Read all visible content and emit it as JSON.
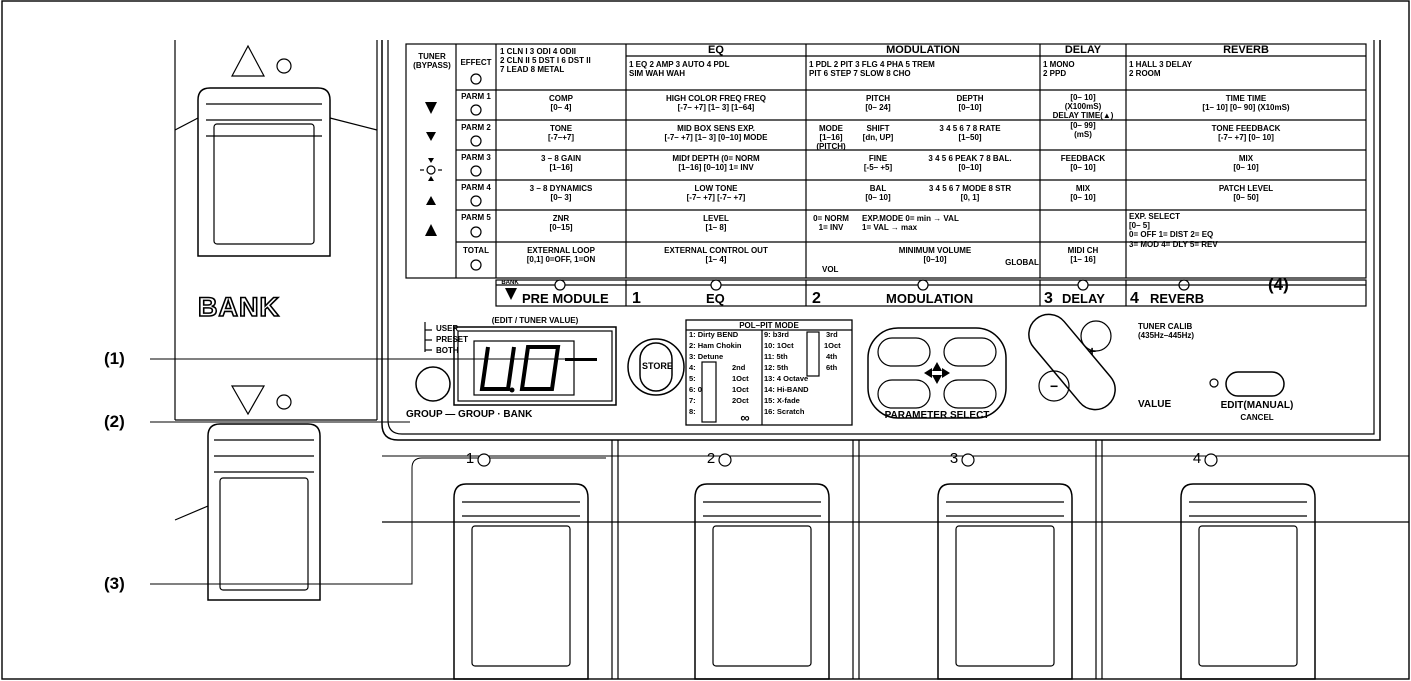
{
  "bank_label": "BANK",
  "callouts": [
    "(1)",
    "(2)",
    "(3)",
    "(4)"
  ],
  "display": {
    "digits": "U.0",
    "caption": "(EDIT / TUNER VALUE)"
  },
  "group_labels": {
    "user": "USER",
    "preset": "PRESET",
    "both": "BOTH",
    "bottom": "GROUP — GROUP · BANK"
  },
  "buttons": {
    "store": "STORE",
    "parameter_select": "PARAMETER SELECT",
    "value": "VALUE",
    "tuner_calib": "TUNER CALIB\n(435Hz–445Hz)",
    "edit": "EDIT(MANUAL)",
    "cancel": "CANCEL"
  },
  "pol_pit": {
    "title": "POL–PIT MODE",
    "rows": [
      "1: Dirty BEND",
      "2: Ham  Chokin",
      "3: Detune",
      "4:",
      "5:",
      "6:   0",
      "7:",
      "8:",
      "9:   b3rd",
      "10:  1Oct",
      "11:  5th",
      "12:  5th",
      "13: 4 Octave",
      "14: Hi-BAND",
      "15: X-fade",
      "16: Scratch"
    ],
    "extra": [
      "3rd",
      "1Oct",
      "4th",
      "6th",
      "2nd",
      "1Oct",
      "1Oct",
      "2Oct",
      "∞"
    ]
  },
  "matrix": {
    "tuner": "TUNER\n(BYPASS)",
    "headers": {
      "eq": "EQ",
      "modulation": "MODULATION",
      "delay": "DELAY",
      "reverb": "REVERB"
    },
    "rows": {
      "effect": "EFFECT",
      "parm1": "PARM 1",
      "parm2": "PARM 2",
      "parm3": "PARM 3",
      "parm4": "PARM 4",
      "parm5": "PARM 5",
      "total": "TOTAL"
    },
    "cells": [
      "1 CLN I  3 ODI  4 ODII\n2 CLN II  5 DST I  6 DST II\n7 LEAD  8 METAL",
      "1 EQ    2 AMP    3 AUTO   4 PDL\n           SIM       WAH      WAH",
      "1 PDL   2 PIT   3 FLG   4 PHA   5 TREM\n   PIT             6 STEP  7 SLOW  8 CHO",
      "1 MONO\n2 PPD",
      "1 HALL   3 DELAY\n2 ROOM",
      "COMP\n[0– 4]",
      "HIGH     COLOR     FREQ      FREQ\n[-7– +7]   [1– 3]        [1–64]",
      "PITCH\n[0– 24]",
      "DEPTH\n[0–10]",
      "[0– 10]\n(X100mS)\nDELAY TIME(▲)\n[0– 99]\n(mS)",
      "TIME           TIME\n[1– 10]   [0– 90] (X10mS)",
      "TONE\n[-7–+7]",
      "MID      BOX     SENS    EXP.\n[-7– +7]   [1– 3]   [0–10]   MODE",
      "MODE\n[1–16]\n(PITCH)",
      "SHIFT\n[dn, UP]",
      "3 4 5 6 7 8 RATE\n[1–50]",
      "TONE      FEEDBACK\n[-7– +7]      [0– 10]",
      "3 – 8 GAIN\n[1–16]",
      "MIDf      DEPTH     (0= NORM\n[1–16]    [0–10]     1= INV",
      "FINE\n[-5– +5]",
      "3 4 5 6 PEAK  7 8 BAL.\n[0–10]",
      "FEEDBACK\n[0– 10]",
      "MIX\n[0– 10]",
      "3 – 8 DYNAMICS\n[0– 3]",
      "LOW      TONE\n[-7– +7]   [-7– +7]",
      "BAL\n[0– 10]",
      "3 4 5 6 7 MODE  8 STR\n[0, 1]",
      "MIX\n[0– 10]",
      "PATCH LEVEL\n[0– 50]",
      "ZNR\n[0–15]",
      "LEVEL\n[1– 8]",
      "0= NORM\n1= INV",
      "EXP.MODE      0= min → VAL\n                     1= VAL → max",
      "EXP. SELECT\n[0– 5]\n0= OFF   1= DIST   2= EQ\n3= MOD   4= DLY   5= REV",
      "EXTERNAL LOOP\n[0,1] 0=OFF, 1=ON",
      "EXTERNAL CONTROL OUT\n[1– 4]",
      "MINIMUM VOLUME\n[0–10]",
      "VOL",
      "GLOBAL",
      "MIDI CH\n[1– 16]"
    ],
    "modules": [
      "PRE MODULE",
      "EQ",
      "MODULATION",
      "DELAY",
      "REVERB"
    ],
    "module_numbers": [
      "1",
      "2",
      "3",
      "4"
    ],
    "bank_small": "BANK"
  },
  "footswitch_numbers": [
    "1",
    "2",
    "3",
    "4"
  ]
}
